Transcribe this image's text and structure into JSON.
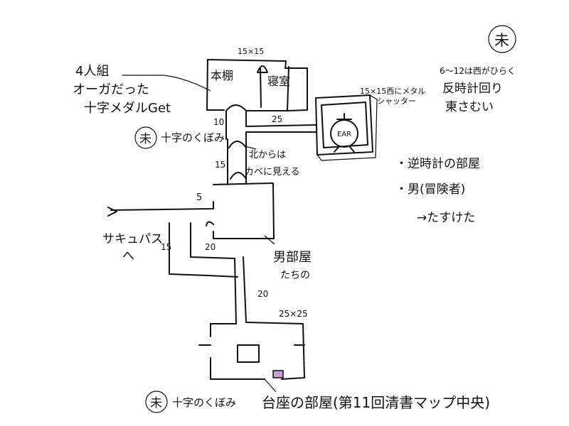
{
  "map": {
    "top_room_size": "15×15",
    "top_room_label_1": "本棚",
    "top_room_label_2": "寝室",
    "party_note_1": "4人組",
    "party_note_2": "オーガだった",
    "party_note_3": "十字メダルGet",
    "unexplored_mark": "未",
    "cross_hollow_1": "十字のくぼみ",
    "dist_10": "10",
    "dist_25": "25",
    "dist_15a": "15",
    "dist_5": "5",
    "dist_15b": "15",
    "dist_20a": "20",
    "dist_20b": "20",
    "clock_room_size": "15×15西にメタル",
    "clock_room_shutter": "シャッター",
    "clock_dial": "EAR",
    "rotate_note_1": "6～12は西がひらく",
    "rotate_note_2": "反時計回り",
    "rotate_note_3": "東さむい",
    "wall_note_1": "北からは",
    "wall_note_2": "カベに見える",
    "rev_clock_room": "・逆時計の部屋",
    "male_adventurer": "・男(冒険者)",
    "helped_note": "→たすけた",
    "succubus_1": "サキュパス",
    "succubus_2": "へ",
    "male_room_1": "男部屋",
    "male_room_2": "たちの",
    "pedestal_size": "25×25",
    "cross_hollow_2": "十字のくぼみ",
    "pedestal_room_title": "台座の部屋(第11回清書マップ中央)"
  }
}
